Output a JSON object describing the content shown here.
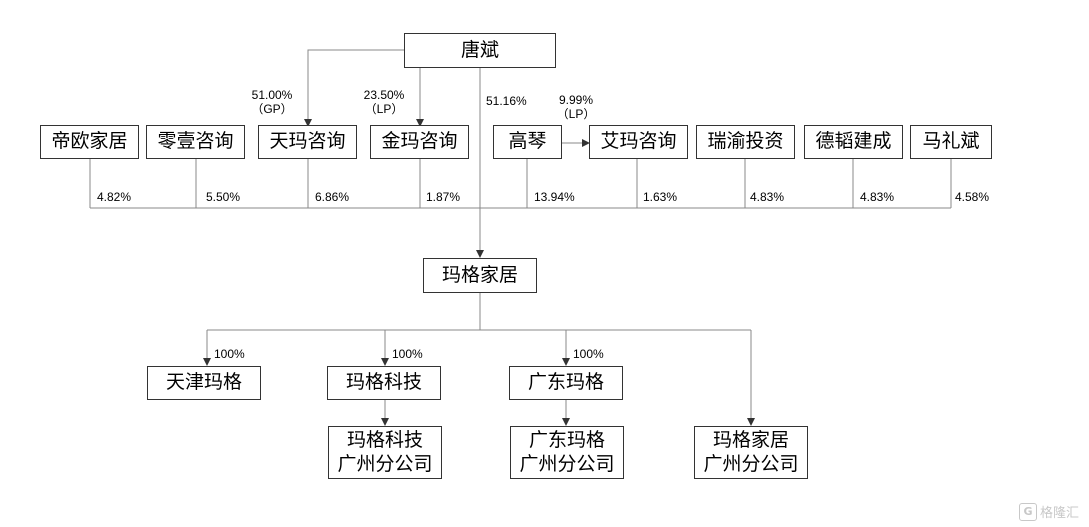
{
  "nodes": {
    "tangbin": "唐斌",
    "diou": "帝欧家居",
    "lingyi": "零壹咨询",
    "tianma": "天玛咨询",
    "jinma": "金玛咨询",
    "gaoqin": "高琴",
    "aima": "艾玛咨询",
    "ruiyu": "瑞渝投资",
    "detao": "德韬建成",
    "malibin": "马礼斌",
    "mage": "玛格家居",
    "tianjin": "天津玛格",
    "tech": "玛格科技",
    "guangdong": "广东玛格",
    "tech_gz": "玛格科技\n广州分公司",
    "gd_gz": "广东玛格\n广州分公司",
    "mage_gz": "玛格家居\n广州分公司"
  },
  "edges": {
    "tangbin_tianma": "51.00%\n（GP）",
    "tangbin_jinma": "23.50%\n（LP）",
    "tangbin_mage": "51.16%",
    "gaoqin_aima": "9.99%\n（LP）",
    "diou_mage": "4.82%",
    "lingyi_mage": "5.50%",
    "tianma_mage": "6.86%",
    "jinma_mage": "1.87%",
    "gaoqin_mage": "13.94%",
    "aima_mage": "1.63%",
    "ruiyu_mage": "4.83%",
    "detao_mage": "4.83%",
    "malibin_mage": "4.58%",
    "mage_tianjin": "100%",
    "mage_tech": "100%",
    "mage_guangdong": "100%"
  },
  "watermark": {
    "logo": "G",
    "text": "格隆汇"
  }
}
